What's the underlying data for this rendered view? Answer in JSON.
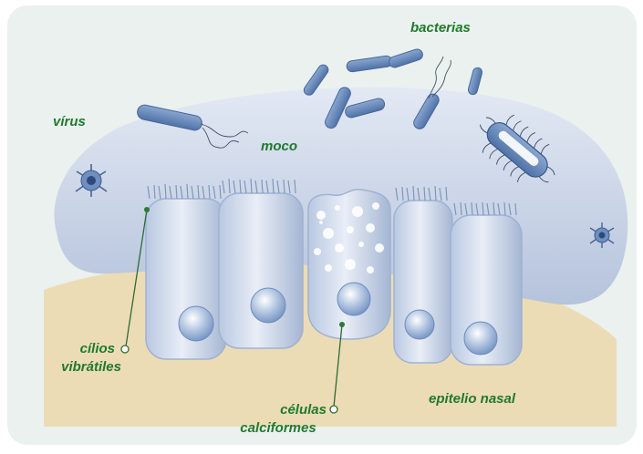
{
  "labels": {
    "bacterias": "bacterias",
    "virus": "vírus",
    "moco": "moco",
    "cilios_line1": "cílios",
    "cilios_line2": "vibrátiles",
    "celulas_line1": "células",
    "celulas_line2": "calciformes",
    "epitelio": "epitelio nasal"
  },
  "colors": {
    "label_green": "#1f7a2c",
    "mucus": "#b7c5dd",
    "tissue": "#ecdcb6",
    "cell": "#a9bbd8",
    "bacteria": "#6a8bbd"
  }
}
